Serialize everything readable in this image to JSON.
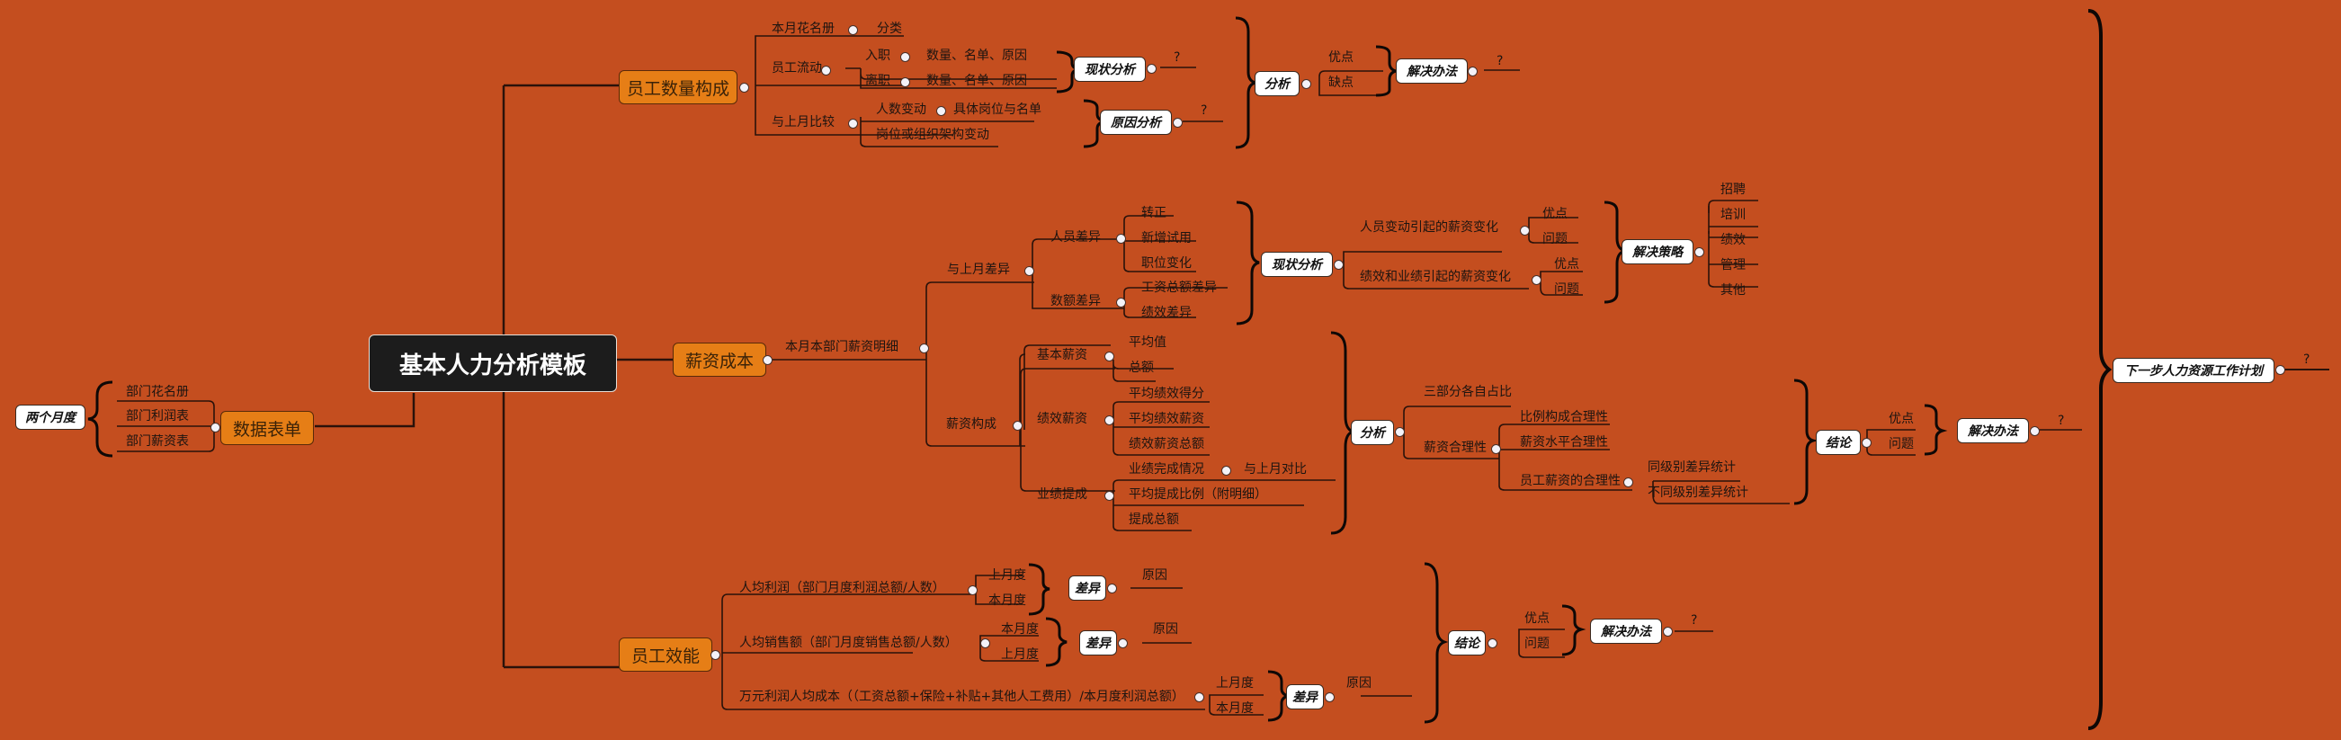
{
  "colors": {
    "background": "#c44e1f",
    "root_fill": "#1c1c1c",
    "main_fill": "#e67e16",
    "label_fill": "#ffffff",
    "line": "#2a120a"
  },
  "root": {
    "title": "基本人力分析模板"
  },
  "data_sheet": {
    "title": "数据表单",
    "items": [
      "部门花名册",
      "部门利润表",
      "部门薪资表"
    ],
    "period_label": "两个月度"
  },
  "headcount": {
    "title": "员工数量构成",
    "roster": {
      "label": "本月花名册",
      "child": "分类"
    },
    "flow": {
      "label": "员工流动",
      "items": [
        {
          "label": "入职",
          "detail": "数量、名单、原因"
        },
        {
          "label": "离职",
          "detail": "数量、名单、原因"
        }
      ]
    },
    "status_label": "现状分析",
    "status_q": "?",
    "compare": {
      "label": "与上月比较",
      "items": [
        {
          "label": "人数变动",
          "detail": "具体岗位与名单"
        },
        {
          "label": "岗位或组织架构变动"
        }
      ]
    },
    "cause_label": "原因分析",
    "cause_q": "?",
    "analysis_label": "分析",
    "pros_cons": [
      "优点",
      "缺点"
    ],
    "solution_label": "解决办法",
    "solution_q": "?"
  },
  "salary": {
    "title": "薪资成本",
    "detail_label": "本月本部门薪资明细",
    "diff": {
      "label": "与上月差异",
      "people": {
        "label": "人员差异",
        "items": [
          "转正",
          "新增试用",
          "职位变化"
        ]
      },
      "amount": {
        "label": "数额差异",
        "items": [
          "工资总额差异",
          "绩效差异"
        ]
      }
    },
    "status_label": "现状分析",
    "causes": [
      {
        "label": "人员变动引起的薪资变化",
        "items": [
          "优点",
          "问题"
        ]
      },
      {
        "label": "绩效和业绩引起的薪资变化",
        "items": [
          "优点",
          "问题"
        ]
      }
    ],
    "strategy_label": "解决策略",
    "strategies": [
      "招聘",
      "培训",
      "绩效",
      "管理",
      "其他"
    ],
    "structure": {
      "label": "薪资构成",
      "base": {
        "label": "基本薪资",
        "items": [
          "平均值",
          "总额"
        ]
      },
      "perf": {
        "label": "绩效薪资",
        "items": [
          "平均绩效得分",
          "平均绩效薪资",
          "绩效薪资总额"
        ]
      },
      "commission": {
        "label": "业绩提成",
        "completion": "业绩完成情况",
        "completion_child": "与上月对比",
        "items": [
          "平均提成比例（附明细）",
          "提成总额"
        ]
      }
    },
    "analysis_label": "分析",
    "ratio": "三部分各自占比",
    "reasonable": {
      "label": "薪资合理性",
      "items": [
        "比例构成合理性",
        "薪资水平合理性"
      ],
      "employee": {
        "label": "员工薪资的合理性",
        "items": [
          "同级别差异统计",
          "不同级别差异统计"
        ]
      }
    },
    "conclusion_label": "结论",
    "conclusion_items": [
      "优点",
      "问题"
    ],
    "solution_label": "解决办法",
    "solution_q": "?"
  },
  "efficiency": {
    "title": "员工效能",
    "metrics": [
      {
        "label": "人均利润（部门月度利润总额/人数）",
        "items": [
          "上月度",
          "本月度"
        ],
        "diff": "差异",
        "reason": "原因"
      },
      {
        "label": "人均销售额（部门月度销售总额/人数）",
        "items": [
          "本月度",
          "上月度"
        ],
        "diff": "差异",
        "reason": "原因"
      },
      {
        "label": "万元利润人均成本（（工资总额+保险+补贴+其他人工费用）/本月度利润总额）",
        "items": [
          "上月度",
          "本月度"
        ],
        "diff": "差异",
        "reason": "原因"
      }
    ],
    "conclusion_label": "结论",
    "conclusion_items": [
      "优点",
      "问题"
    ],
    "solution_label": "解决办法",
    "solution_q": "?"
  },
  "next_plan": {
    "label": "下一步人力资源工作计划",
    "q": "?"
  }
}
